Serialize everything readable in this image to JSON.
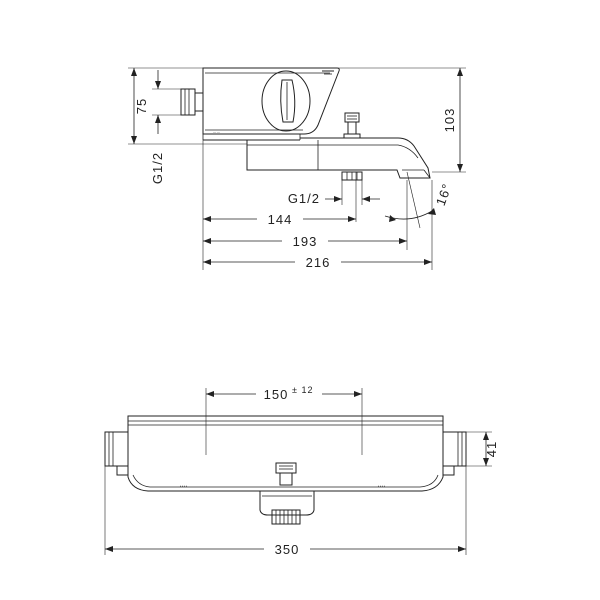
{
  "side_view": {
    "dimensions": {
      "thread_inlet": "G1/2",
      "height_75": "75",
      "height_103": "103",
      "thread_outlet": "G1/2",
      "angle": "16°",
      "length_144": "144",
      "length_193": "193",
      "length_216": "216"
    }
  },
  "front_view": {
    "dimensions": {
      "center_distance": "150",
      "center_tolerance": "± 12",
      "depth_41": "41",
      "width_350": "350"
    }
  }
}
